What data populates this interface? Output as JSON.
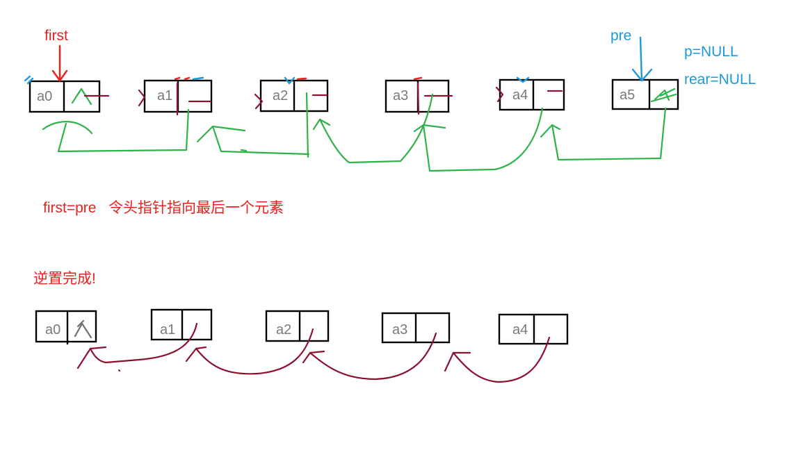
{
  "labels": {
    "first": "first",
    "pre": "pre",
    "p_null": "p=NULL",
    "rear_null": "rear=NULL",
    "note": "first=pre   令头指针指向最后一个元素",
    "done": "逆置完成!"
  },
  "top_nodes": [
    "a0",
    "a1",
    "a2",
    "a3",
    "a4",
    "a5"
  ],
  "bottom_nodes": [
    "a0",
    "a1",
    "a2",
    "a3",
    "a4"
  ],
  "colors": {
    "annotation_red": "#e8201e",
    "annotation_blue": "#1a9ad8",
    "old_links_green": "#2eb24a",
    "new_links_maroon": "#8a1230",
    "node_border": "#000000",
    "node_text": "#7a7a7a"
  }
}
